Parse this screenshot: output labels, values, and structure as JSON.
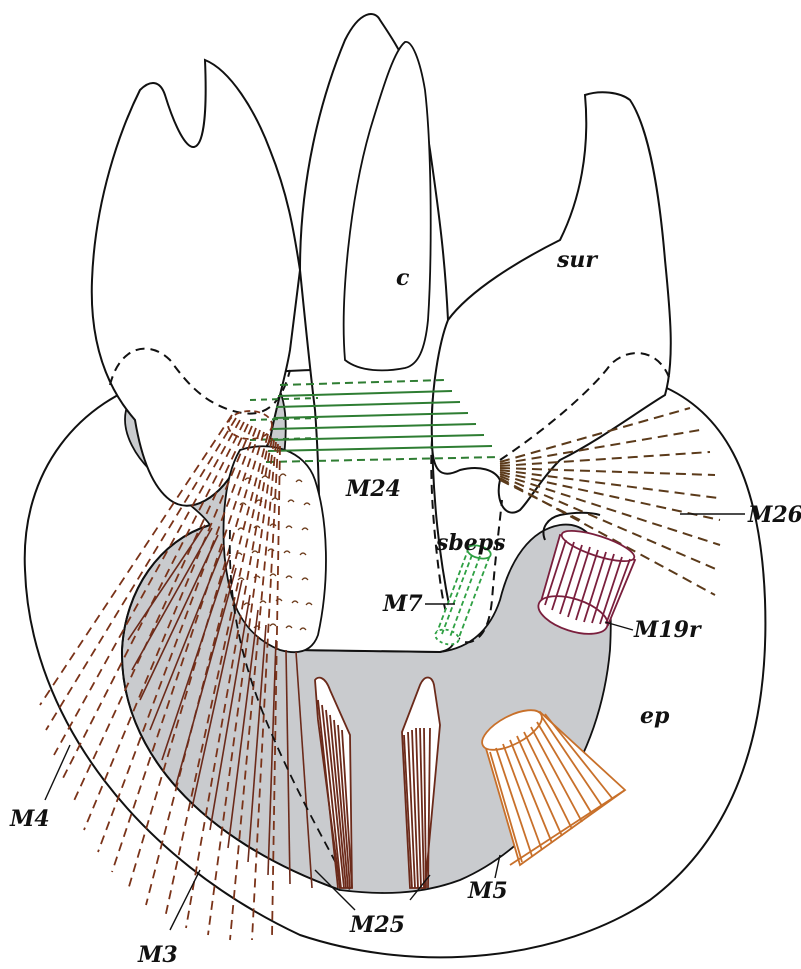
{
  "labels": {
    "c": "c",
    "sur": "sur",
    "m24": "M24",
    "sbeps": "sbeps",
    "m26": "M26",
    "m7": "M7",
    "m19r": "M19r",
    "ep": "ep",
    "m4": "M4",
    "m3": "M3",
    "m25": "M25",
    "m5": "M5"
  },
  "colors": {
    "outline": "#111111",
    "shade": "#c9cbce",
    "m24": "#2e7d32",
    "m26": "#5b3a1a",
    "m7": "#2ea043",
    "m19r": "#7a1f3d",
    "m25": "#6b2a1a",
    "m3": "#7a3319",
    "m4": "#7a3319",
    "m5": "#c8702a"
  }
}
